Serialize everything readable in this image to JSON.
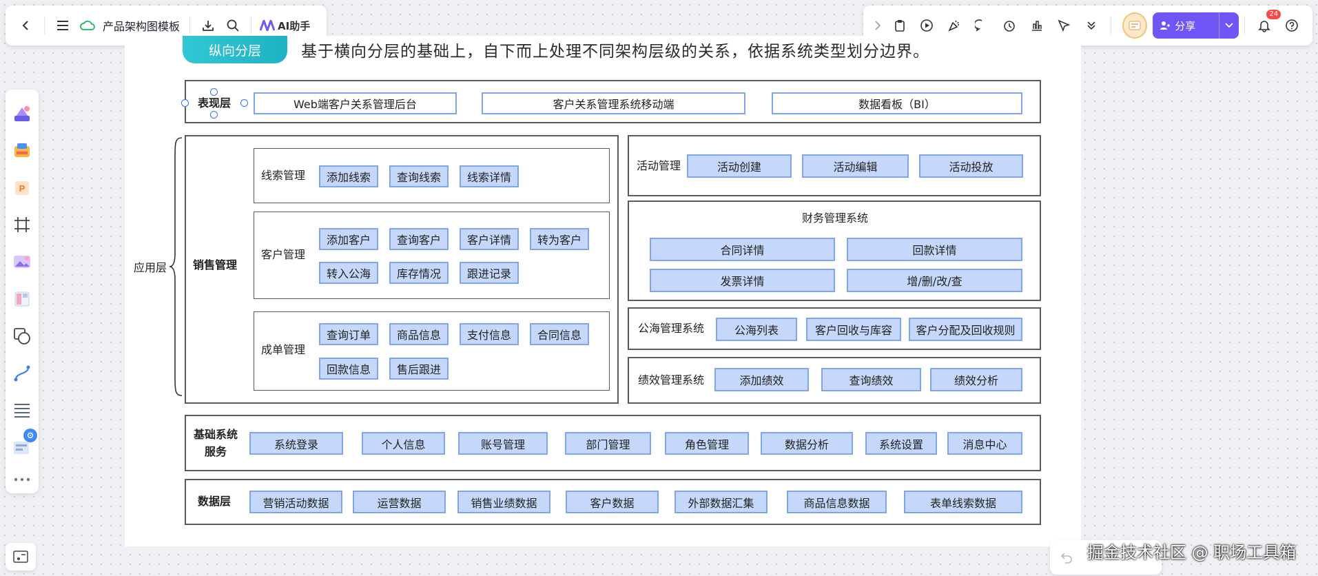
{
  "header": {
    "title": "产品架构图模板",
    "ai_label": "AI助手"
  },
  "actions": {
    "share_label": "分享",
    "notification_count": "24"
  },
  "diagram": {
    "section_tag": "纵向分层",
    "subtitle": "基于横向分层的基础上，自下而上处理不同架构层级的关系，依据系统类型划分边界。",
    "presentation": {
      "label": "表现层",
      "items": [
        "Web端客户关系管理后台",
        "客户关系管理系统移动端",
        "数据看板（BI）"
      ]
    },
    "application": {
      "label": "应用层",
      "sales": {
        "label": "销售管理",
        "leads": {
          "label": "线索管理",
          "items": [
            "添加线索",
            "查询线索",
            "线索详情"
          ]
        },
        "customers": {
          "label": "客户管理",
          "items": [
            "添加客户",
            "查询客户",
            "客户详情",
            "转为客户",
            "转入公海",
            "库存情况",
            "跟进记录"
          ]
        },
        "orders": {
          "label": "成单管理",
          "items": [
            "查询订单",
            "商品信息",
            "支付信息",
            "合同信息",
            "回款信息",
            "售后跟进"
          ]
        }
      },
      "activity": {
        "label": "活动管理",
        "items": [
          "活动创建",
          "活动编辑",
          "活动投放"
        ]
      },
      "finance": {
        "label": "财务管理系统",
        "items": [
          "合同详情",
          "回款详情",
          "发票详情",
          "增/删/改/查"
        ]
      },
      "sea": {
        "label": "公海管理系统",
        "items": [
          "公海列表",
          "客户回收与库容",
          "客户分配及回收规则"
        ]
      },
      "performance": {
        "label": "绩效管理系统",
        "items": [
          "添加绩效",
          "查询绩效",
          "绩效分析"
        ]
      }
    },
    "foundation": {
      "label_line1": "基础系统",
      "label_line2": "服务",
      "items": [
        "系统登录",
        "个人信息",
        "账号管理",
        "部门管理",
        "角色管理",
        "数据分析",
        "系统设置",
        "消息中心"
      ]
    },
    "data_layer": {
      "label": "数据层",
      "items": [
        "营销活动数据",
        "运营数据",
        "销售业绩数据",
        "客户数据",
        "外部数据汇集",
        "商品信息数据",
        "表单线索数据"
      ]
    }
  },
  "watermark": "掘金技术社区 @ 职场工具箱",
  "colors": {
    "cell_fill": "#c5d8fb",
    "cell_border": "#7fa6ec",
    "tag_fill": "#1fb2c4",
    "share_button": "#6e56f7",
    "badge": "#f54a45"
  }
}
